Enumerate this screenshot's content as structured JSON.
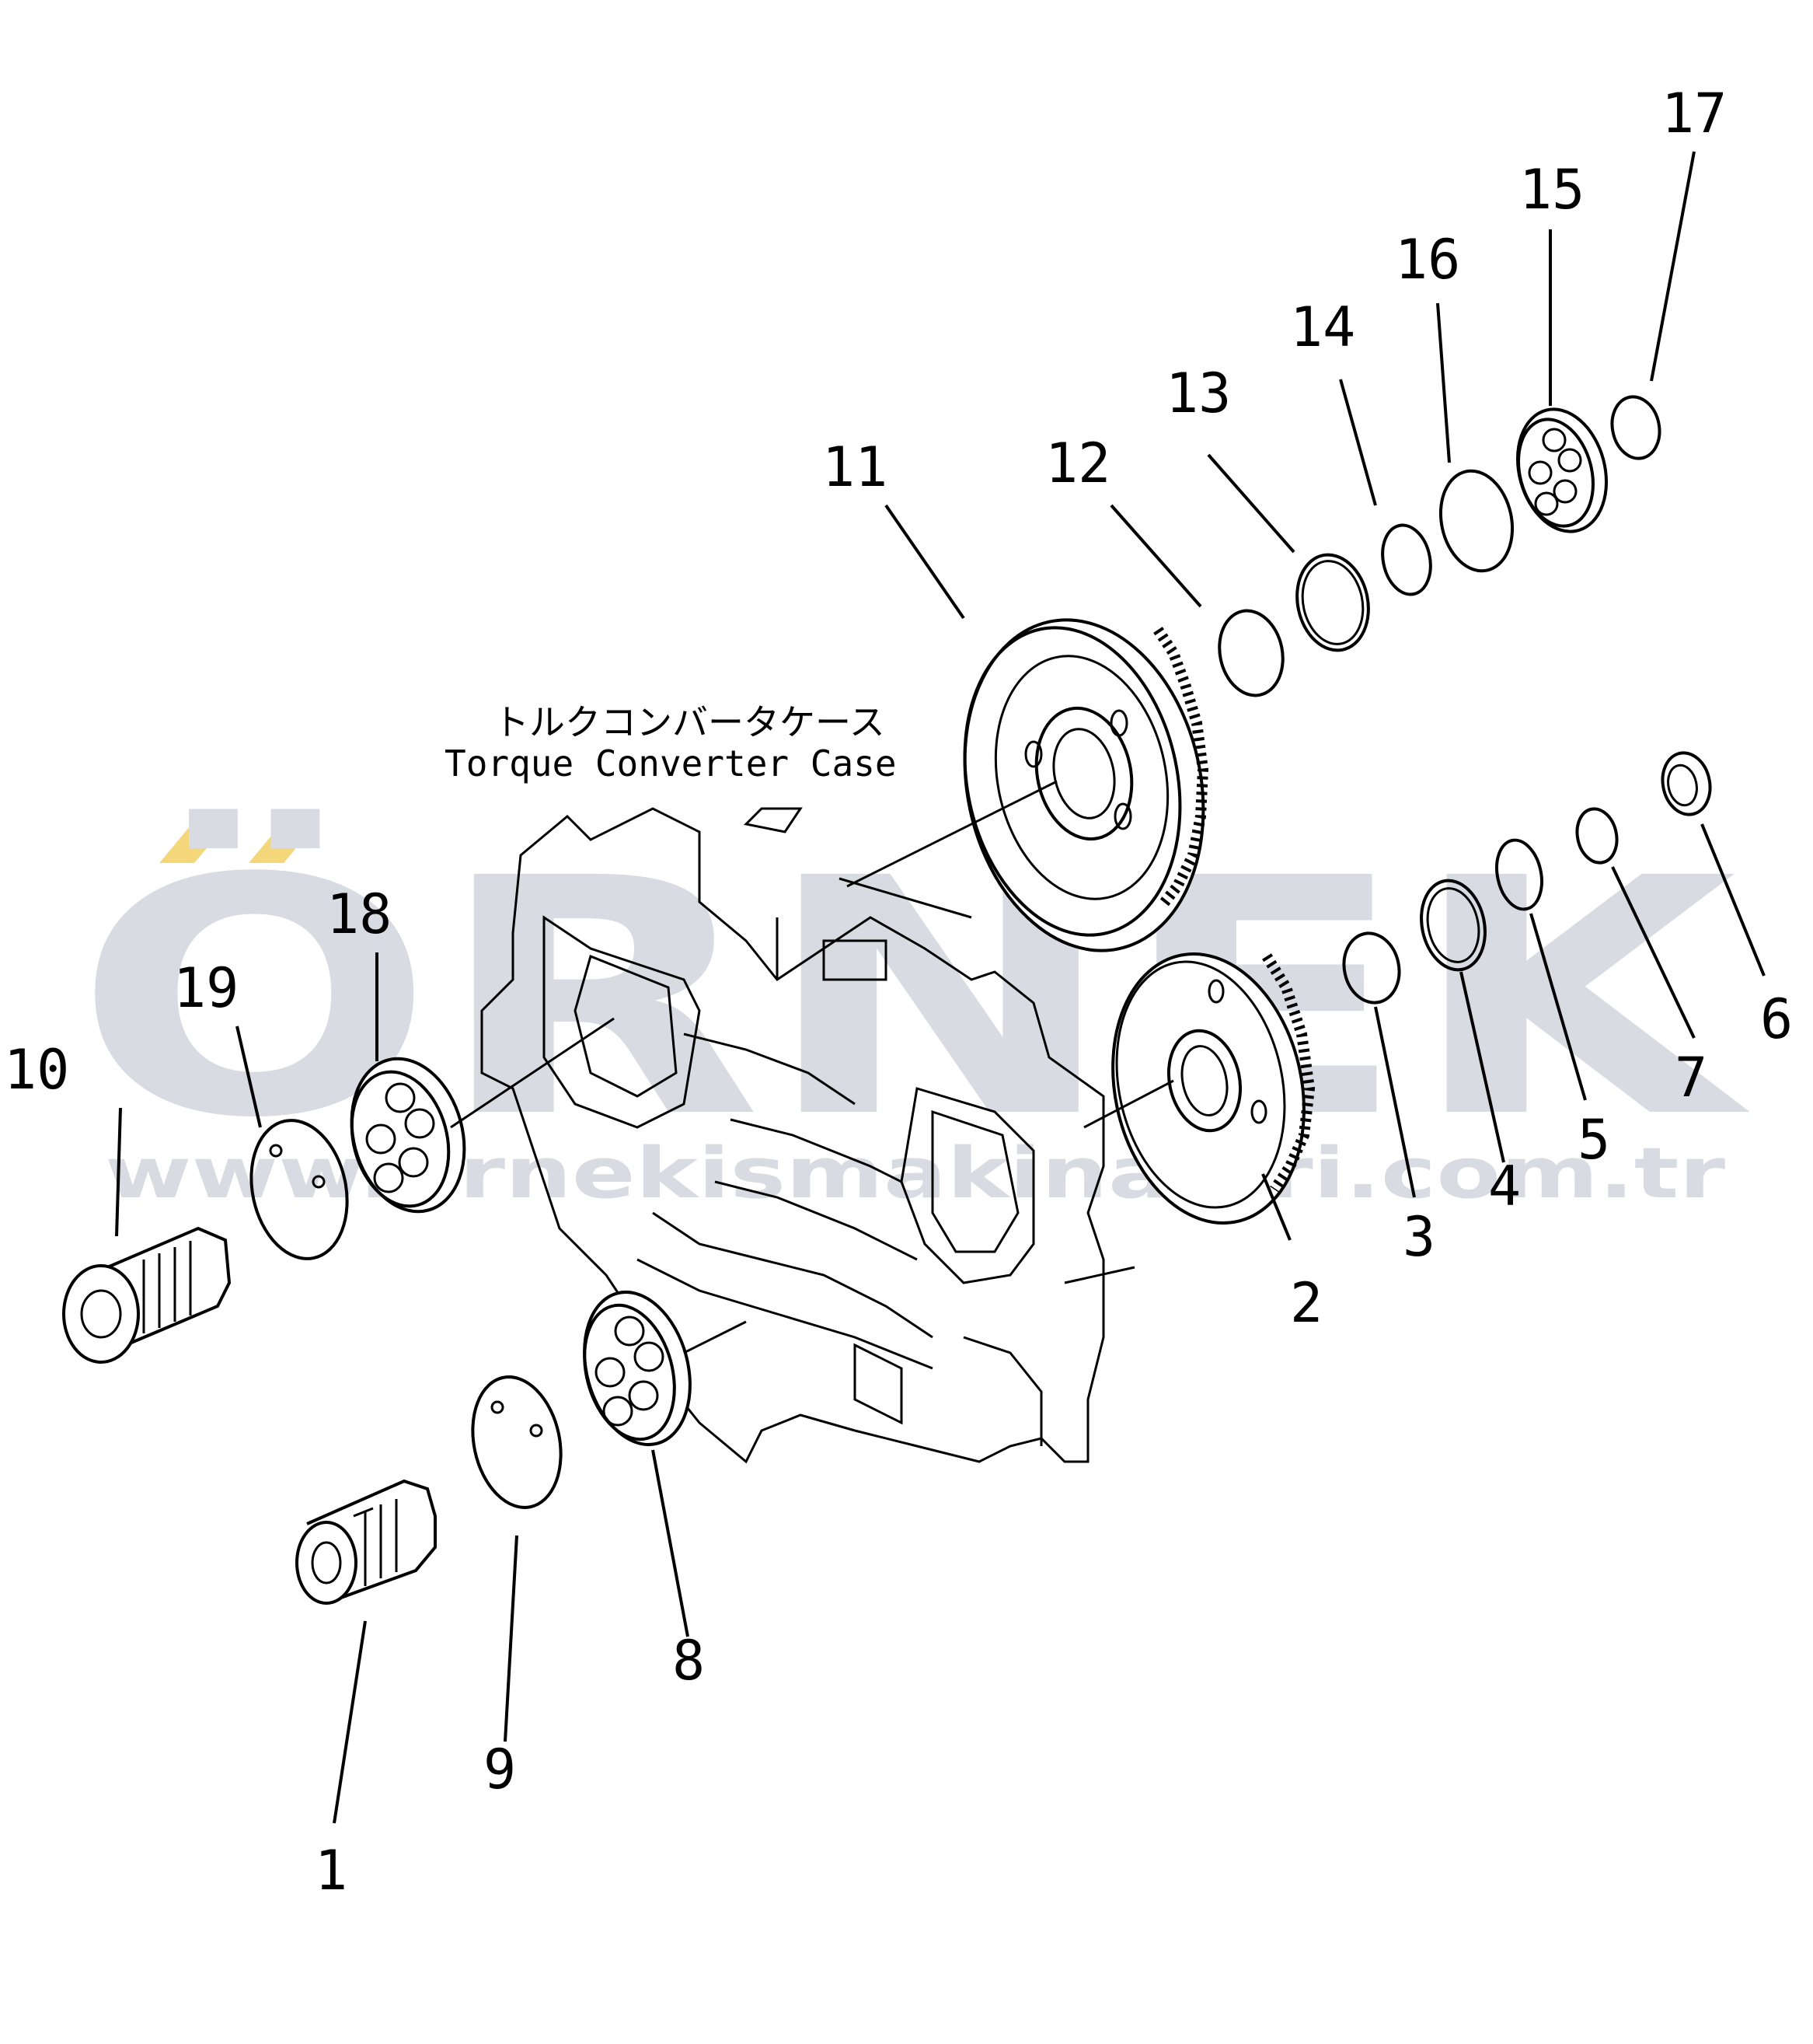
{
  "watermark": {
    "brand": "ÖRNEK",
    "url": "www.ornekismakinalari.com.tr",
    "accent_color": "#f4d77a",
    "text_color": "#d9dbe2"
  },
  "case_label": {
    "japanese": "トルクコンバータケース",
    "english": "Torque Converter Case"
  },
  "part_numbers": [
    "1",
    "2",
    "3",
    "4",
    "5",
    "6",
    "7",
    "8",
    "9",
    "10",
    "11",
    "12",
    "13",
    "14",
    "15",
    "16",
    "17",
    "18",
    "19"
  ]
}
